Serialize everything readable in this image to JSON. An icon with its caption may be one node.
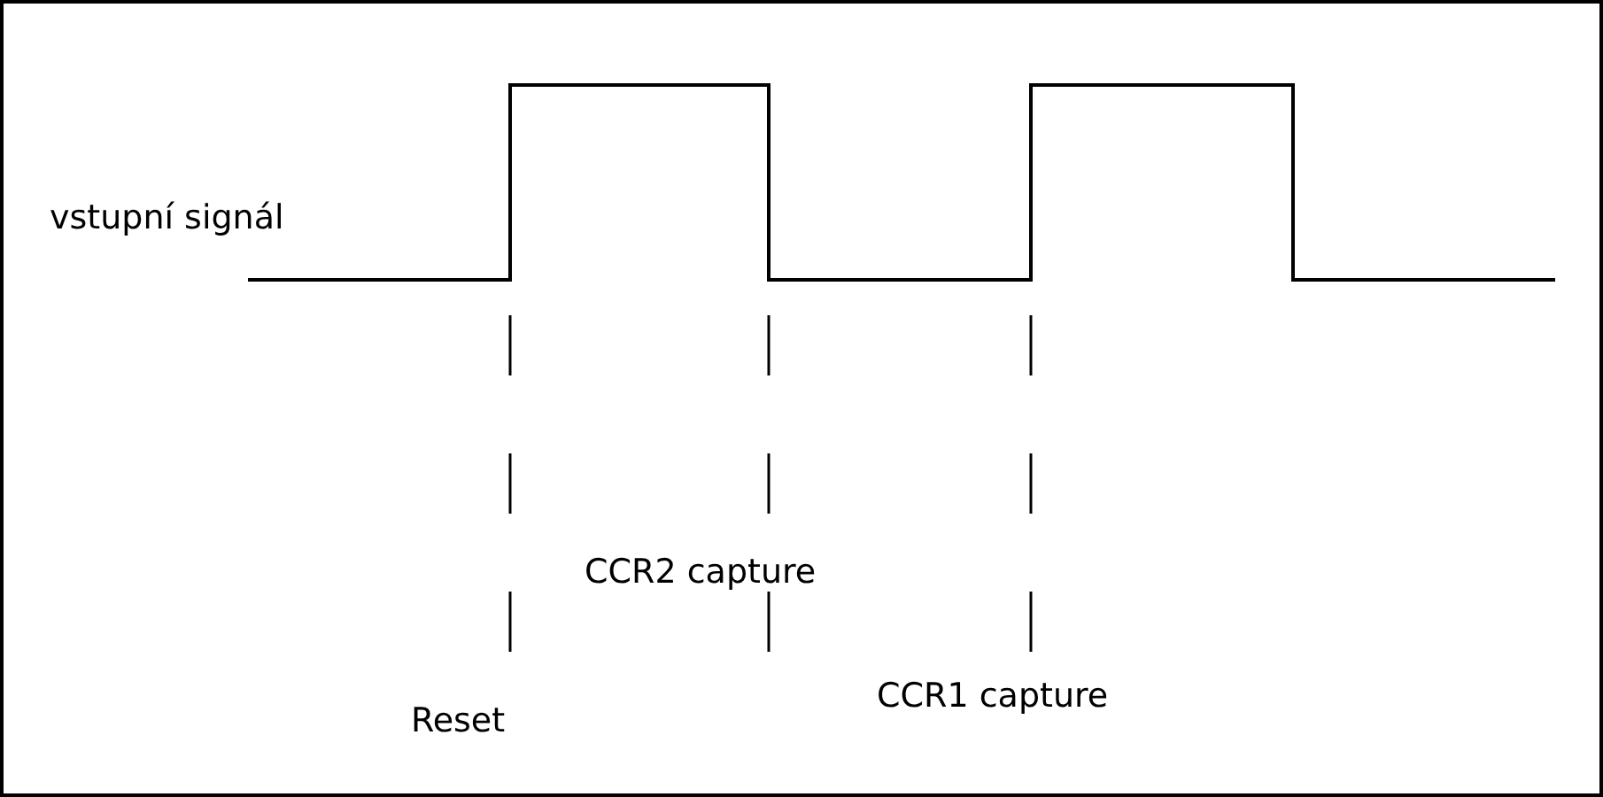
{
  "diagram": {
    "labels": [
      "vstupní signál",
      "CCR2 capture",
      "Reset",
      "CCR1 capture"
    ]
  }
}
